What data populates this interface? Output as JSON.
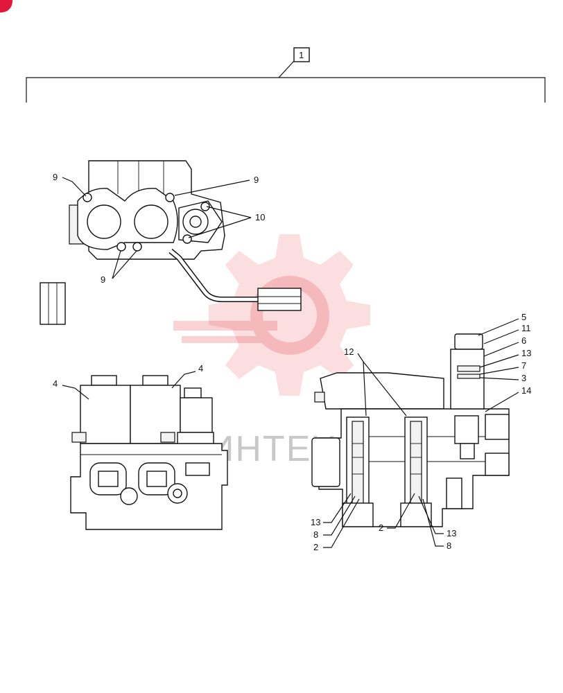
{
  "assembly_callout": "1",
  "watermark": {
    "text": "ИНТЕХ",
    "color": "#e8353c"
  },
  "corner_badge_color": "#e0183a",
  "callouts": {
    "top_view": [
      "9",
      "9",
      "10",
      "9"
    ],
    "front_view": [
      "4",
      "4"
    ],
    "section_view": [
      "5",
      "11",
      "6",
      "13",
      "7",
      "3",
      "14",
      "12",
      "13",
      "8",
      "2",
      "2",
      "13",
      "8"
    ]
  }
}
